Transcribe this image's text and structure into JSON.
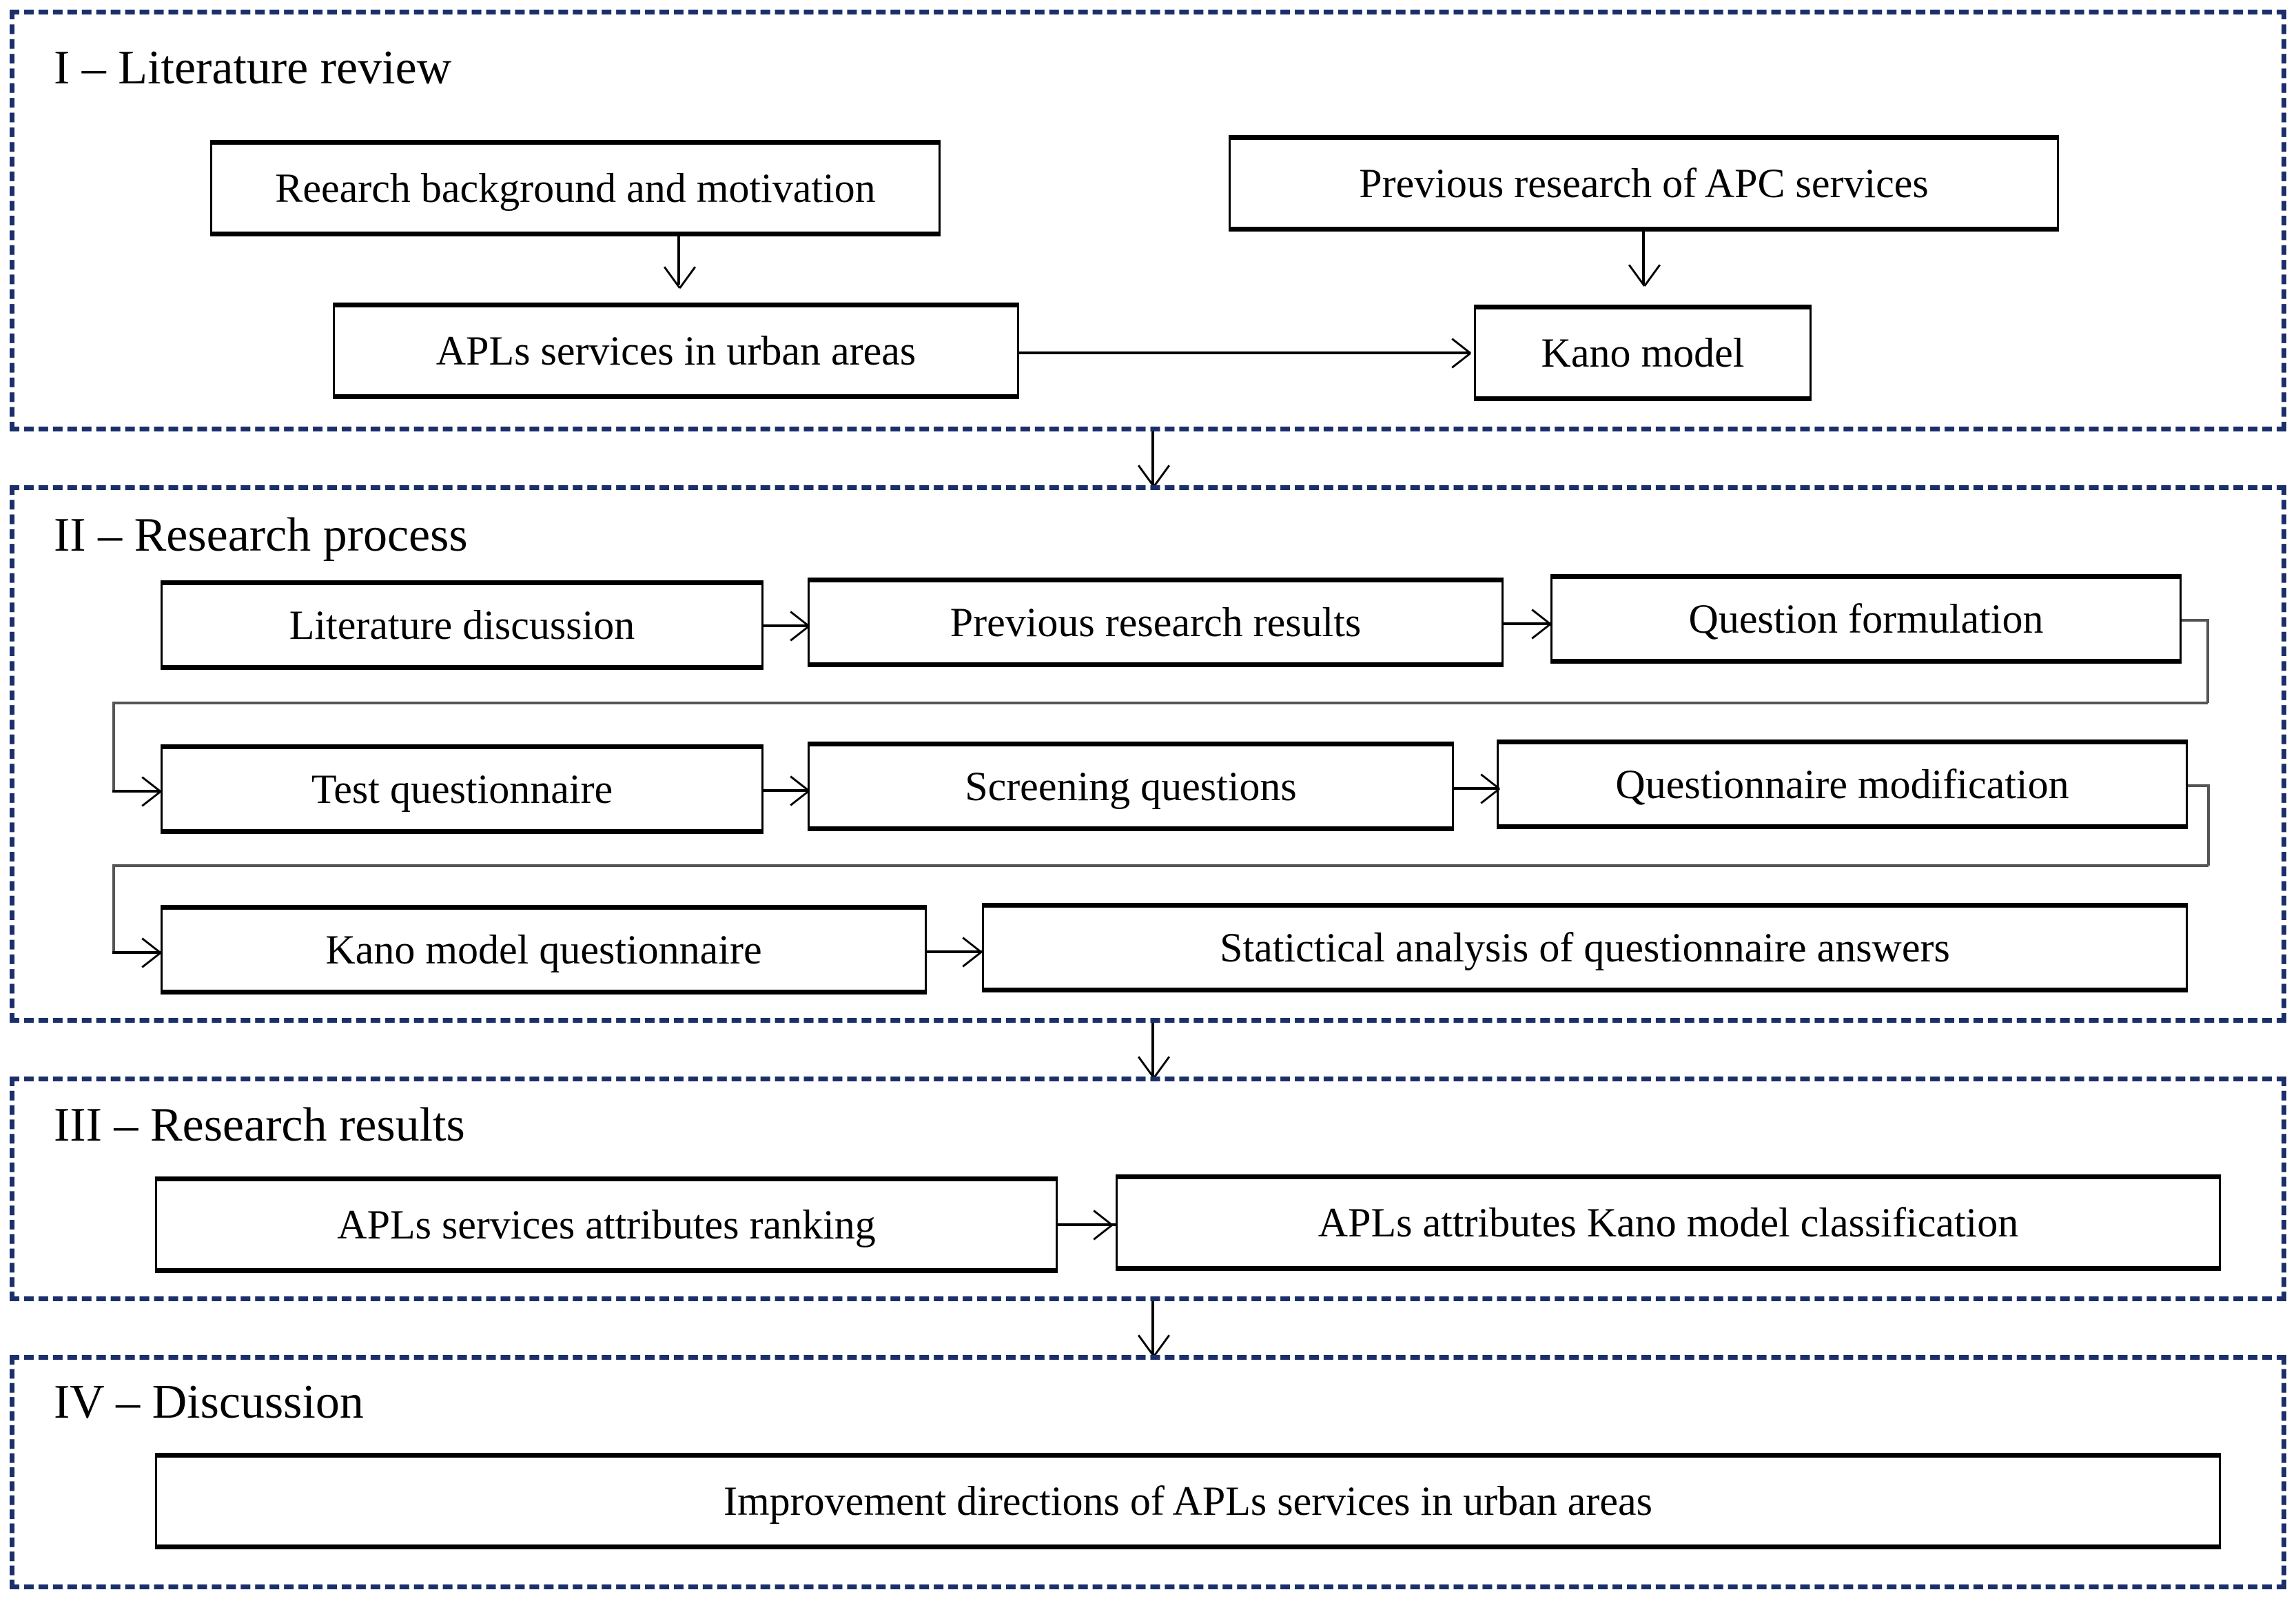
{
  "figure": {
    "type": "flowchart",
    "accent_dashed_border_color": "#1b2f6b",
    "box_border_color": "#000000",
    "background_color": "#ffffff"
  },
  "sections": [
    {
      "id": "section-1",
      "title": "I – Literature review",
      "boxes": [
        {
          "id": "research-background",
          "label": "Reearch background and motivation"
        },
        {
          "id": "previous-research-apc",
          "label": "Previous research of APC services"
        },
        {
          "id": "apls-services-urban",
          "label": "APLs services in urban areas"
        },
        {
          "id": "kano-model",
          "label": "Kano model"
        }
      ]
    },
    {
      "id": "section-2",
      "title": "II – Research process",
      "boxes": [
        {
          "id": "literature-discussion",
          "label": "Literature discussion"
        },
        {
          "id": "previous-research-results",
          "label": "Previous research results"
        },
        {
          "id": "question-formulation",
          "label": "Question formulation"
        },
        {
          "id": "test-questionnaire",
          "label": "Test questionnaire"
        },
        {
          "id": "screening-questions",
          "label": "Screening questions"
        },
        {
          "id": "questionnaire-modification",
          "label": "Questionnaire modification"
        },
        {
          "id": "kano-model-questionnaire",
          "label": "Kano model questionnaire"
        },
        {
          "id": "statistical-analysis",
          "label": "Statictical analysis of questionnaire answers"
        }
      ]
    },
    {
      "id": "section-3",
      "title": "III – Research results",
      "boxes": [
        {
          "id": "apls-attributes-ranking",
          "label": "APLs services attributes ranking"
        },
        {
          "id": "apls-kano-classification",
          "label": "APLs attributes Kano model classification"
        }
      ]
    },
    {
      "id": "section-4",
      "title": "IV – Discussion",
      "boxes": [
        {
          "id": "improvement-directions",
          "label": "Improvement directions of APLs services in urban areas"
        }
      ]
    }
  ]
}
